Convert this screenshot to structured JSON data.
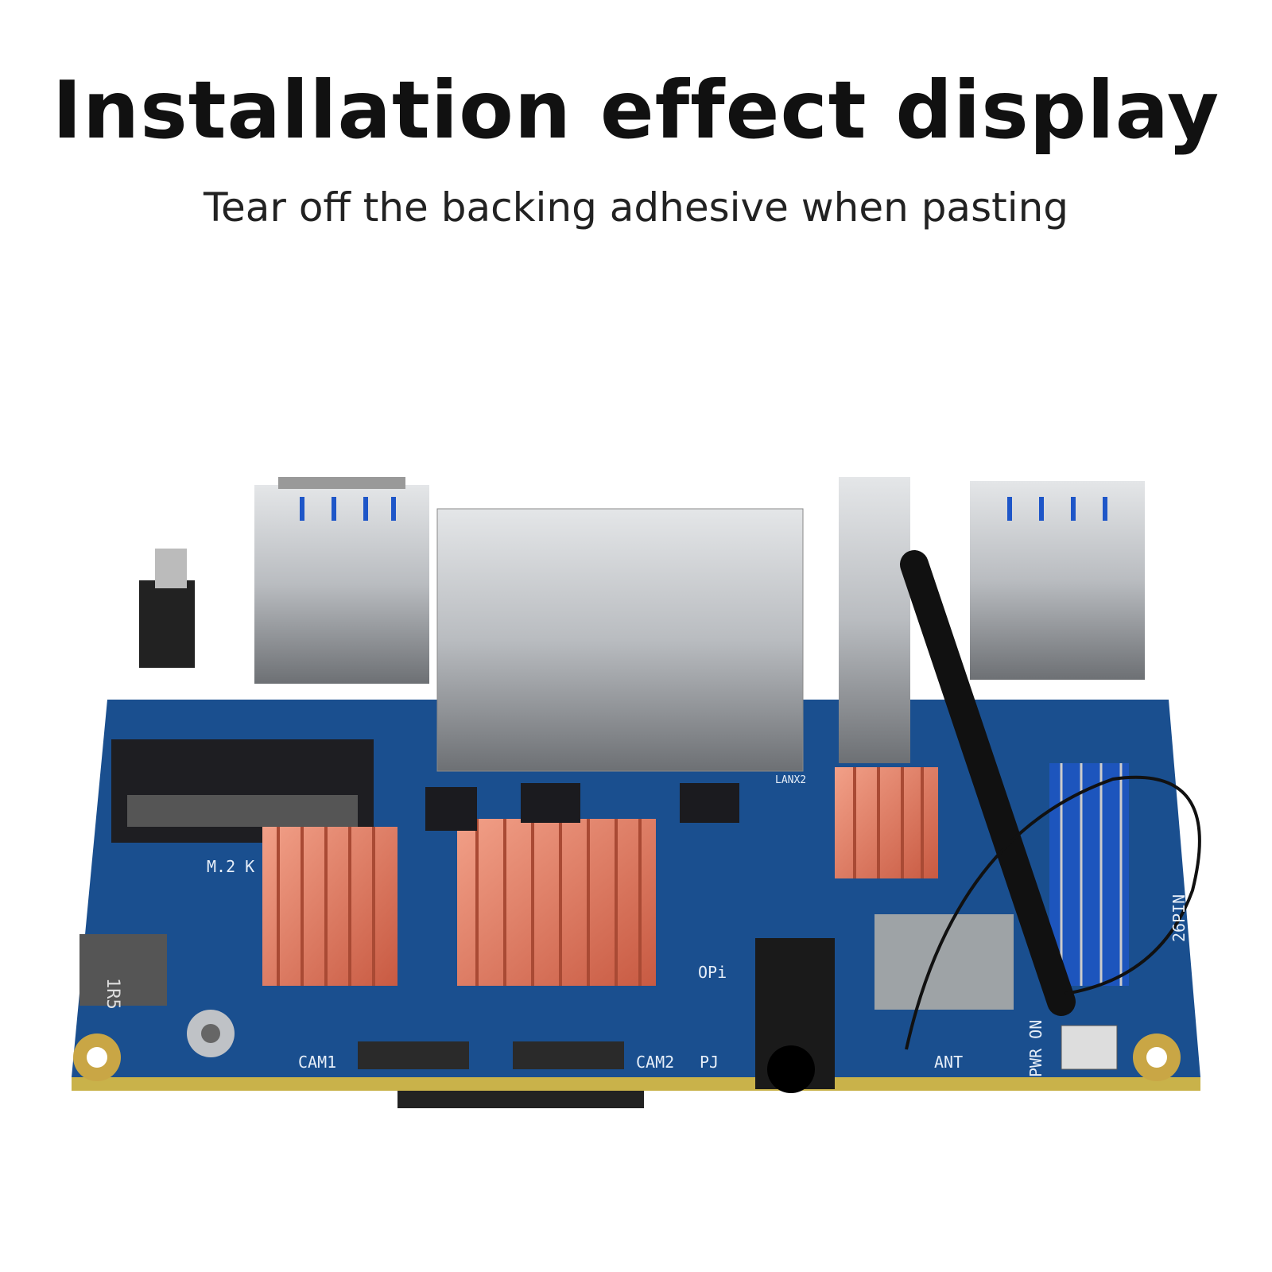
{
  "header": {
    "title": "Installation effect display",
    "subtitle": "Tear off the backing adhesive when pasting"
  },
  "board": {
    "labels": {
      "cam1": "CAM1",
      "cam2": "CAM2",
      "pj": "PJ",
      "ant": "ANT",
      "pwr_on": "PWR ON",
      "pin_header": "26PIN",
      "m2": "M.2 K",
      "opi": "OPi",
      "lan": "LANX2",
      "inductor": "1R5"
    },
    "colors": {
      "pcb": "#1a4f8f",
      "heatsink": "#e07a5f",
      "metal": "#c9ccd0",
      "usb_blue": "#1e56c8"
    }
  }
}
